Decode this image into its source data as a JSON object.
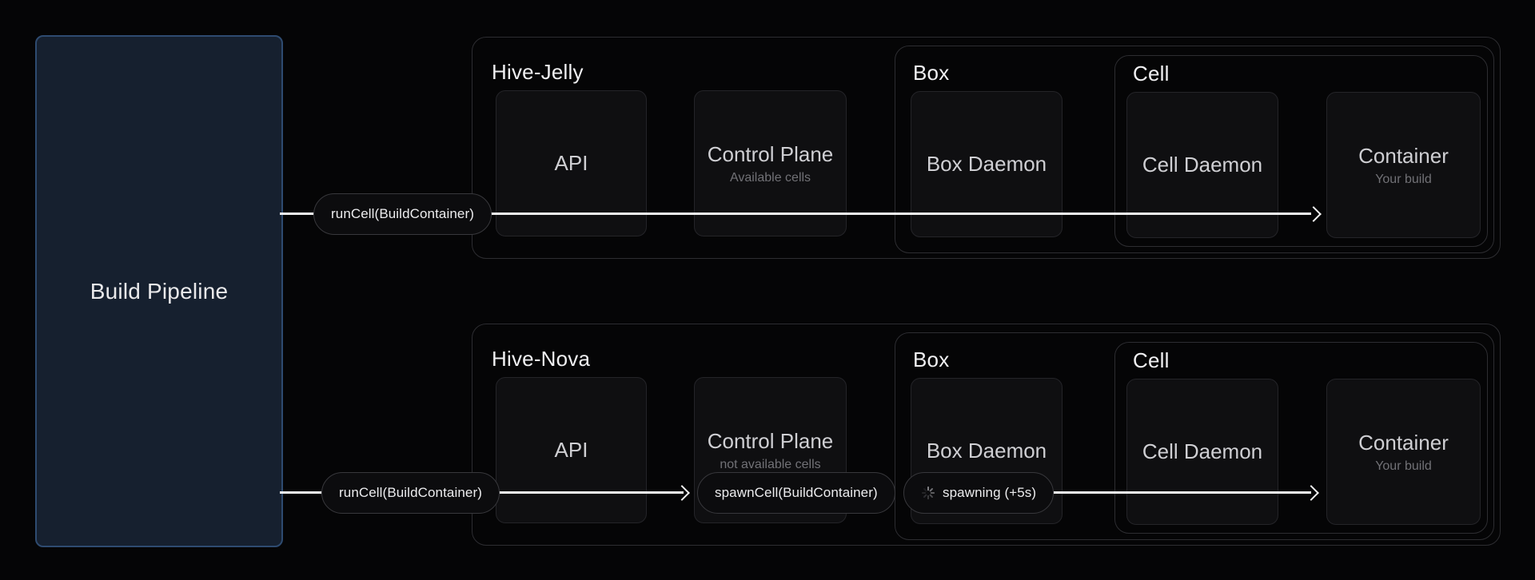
{
  "theme": {
    "bg": "#050506",
    "group-border": "#2d2d31",
    "node-bg": "#0f0f11",
    "node-border": "#242428",
    "pill-bg": "#0c0c0e",
    "pill-border": "#38383c",
    "title-color": "#f0f0f2",
    "label-color": "#cfcfd3",
    "subtitle-color": "#717176",
    "arrow-color": "#f5f5f5",
    "pipeline-bg": "#16202f",
    "pipeline-border": "#2e4b70"
  },
  "pipeline": {
    "label": "Build Pipeline"
  },
  "rows": [
    {
      "title": "Hive-Jelly",
      "api_label": "API",
      "control_plane_title": "Control Plane",
      "control_plane_subtitle": "Available cells",
      "box_title": "Box",
      "box_daemon_label": "Box Daemon",
      "cell_title": "Cell",
      "cell_daemon_label": "Cell Daemon",
      "container_title": "Container",
      "container_subtitle": "Your build",
      "pills": [
        {
          "label": "runCell(BuildContainer)"
        }
      ]
    },
    {
      "title": "Hive-Nova",
      "api_label": "API",
      "control_plane_title": "Control Plane",
      "control_plane_subtitle": "not available cells",
      "box_title": "Box",
      "box_daemon_label": "Box Daemon",
      "cell_title": "Cell",
      "cell_daemon_label": "Cell Daemon",
      "container_title": "Container",
      "container_subtitle": "Your build",
      "pills": [
        {
          "label": "runCell(BuildContainer)"
        },
        {
          "label": "spawnCell(BuildContainer)"
        },
        {
          "label": "spawning (+5s)",
          "icon": "spinner"
        }
      ]
    }
  ]
}
